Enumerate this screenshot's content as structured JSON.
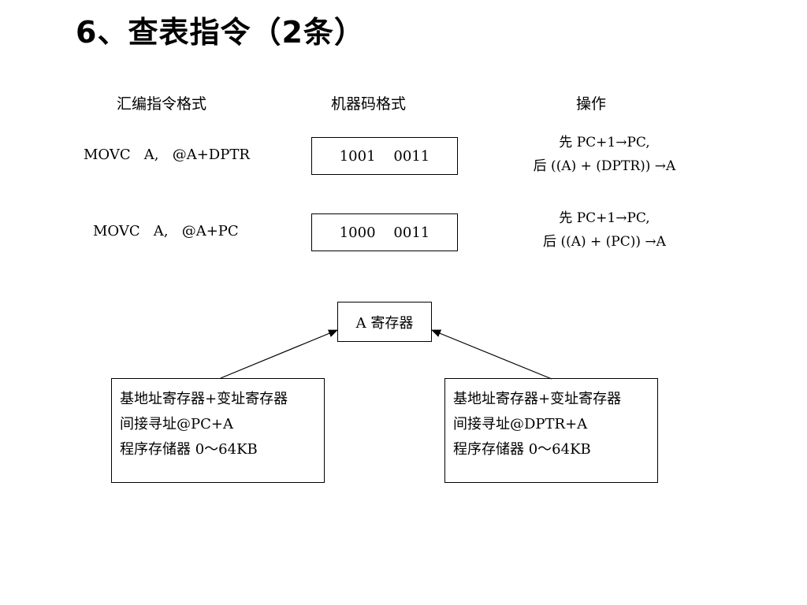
{
  "slide": {
    "title": "6、查表指令（2条）"
  },
  "headers": {
    "asm_format": "汇编指令格式",
    "machine_code": "机器码格式",
    "operation": "操作"
  },
  "rows": [
    {
      "instruction": "MOVC   A,   @A+DPTR",
      "code": "1001    0011",
      "op_line1": "先 PC+1→PC,",
      "op_line2": "后 ((A) + (DPTR)) →A"
    },
    {
      "instruction": "MOVC   A,   @A+PC",
      "code": "1000    0011",
      "op_line1": "先 PC+1→PC,",
      "op_line2": "后 ((A) + (PC)) →A"
    }
  ],
  "register_box": {
    "label": "A 寄存器"
  },
  "left_box": {
    "line1": "基地址寄存器+变址寄存器",
    "line2": "间接寻址@PC+A",
    "line3": "程序存储器 0～64KB"
  },
  "right_box": {
    "line1": "基地址寄存器+变址寄存器",
    "line2": "间接寻址@DPTR+A",
    "line3": "程序存储器 0～64KB"
  }
}
